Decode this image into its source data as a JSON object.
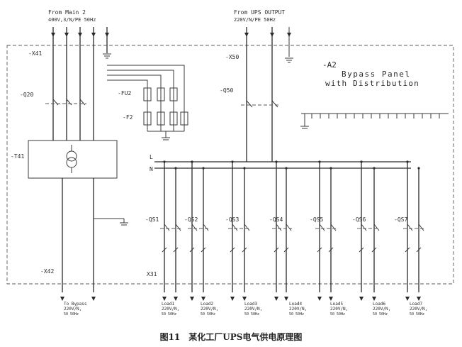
{
  "sources": {
    "main2": {
      "line1": "From Main 2",
      "line2": "400V,3/N/PE 50Hz"
    },
    "ups": {
      "line1": "From UPS OUTPUT",
      "line2": "220V/N/PE 50Hz"
    }
  },
  "panel": {
    "id": "-A2",
    "line1": "Bypass Panel",
    "line2": "with Distribution"
  },
  "tags": {
    "x41": "-X41",
    "q20": "-Q20",
    "fu2": "-FU2",
    "f2": "-F2",
    "t41": "-T41",
    "x50": "-X50",
    "q50": "-Q50",
    "x42": "-X42",
    "x31": "X31",
    "l": "L",
    "n": "N"
  },
  "feeders": [
    {
      "tag": "-QS1",
      "load": "Load1",
      "rating": "220V/N,",
      "freq": "50 50Hz"
    },
    {
      "tag": "-QS2",
      "load": "Load2",
      "rating": "220V/N,",
      "freq": "50 50Hz"
    },
    {
      "tag": "-QS3",
      "load": "Load3",
      "rating": "220V/N,",
      "freq": "50 50Hz"
    },
    {
      "tag": "-QS4",
      "load": "Load4",
      "rating": "220V/N,",
      "freq": "50 50Hz"
    },
    {
      "tag": "-QS5",
      "load": "Load5",
      "rating": "220V/N,",
      "freq": "50 50Hz"
    },
    {
      "tag": "-QS6",
      "load": "Load6",
      "rating": "220V/N,",
      "freq": "50 50Hz"
    },
    {
      "tag": "-QS7",
      "load": "Load7",
      "rating": "220V/N,",
      "freq": "50 50Hz"
    }
  ],
  "bypass_output": {
    "line1": "To Bypass",
    "line2": "220V/N,",
    "line3": "50 50Hz"
  },
  "caption": "图11　某化工厂UPS电气供电原理图"
}
